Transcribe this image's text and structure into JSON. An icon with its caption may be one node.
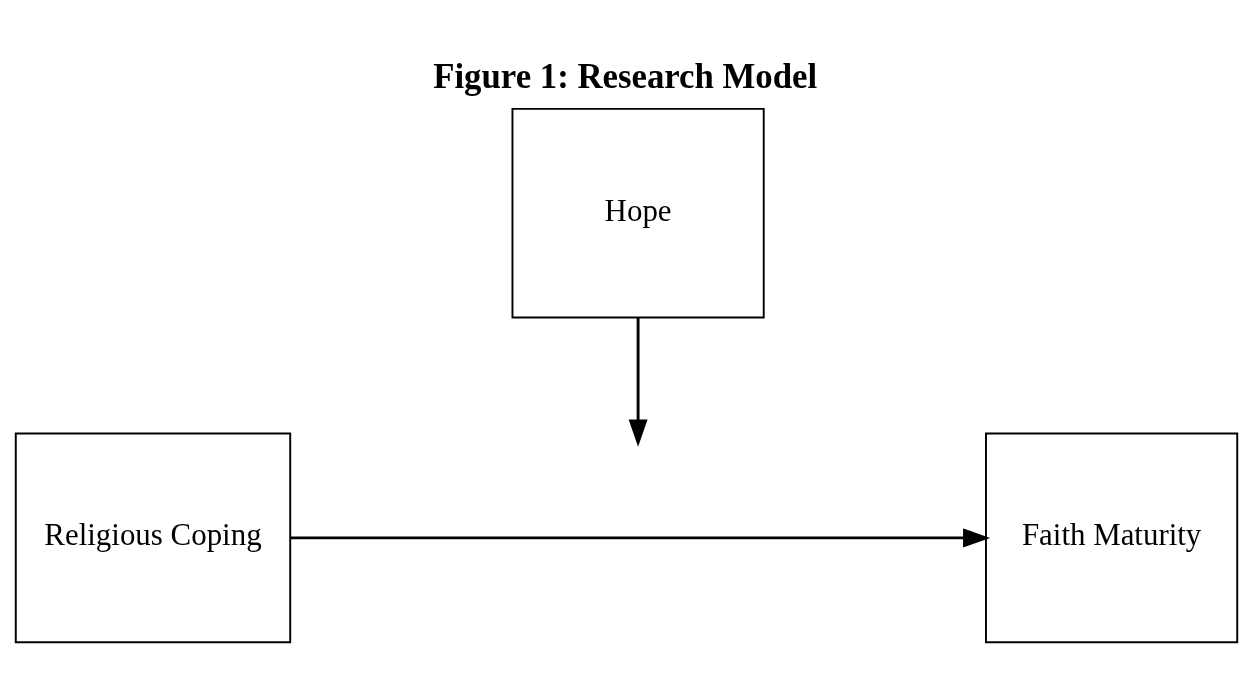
{
  "diagram": {
    "title": "Figure 1: Research Model",
    "nodes": [
      {
        "text": [
          "Hope"
        ]
      },
      {
        "text": [
          "Religious Coping"
        ]
      },
      {
        "text": [
          "Faith Maturity"
        ]
      }
    ],
    "edges": [
      {
        "from": 1,
        "to": 2,
        "arrow": "to"
      },
      {
        "from": 0,
        "to": null,
        "arrow": "to"
      }
    ]
  }
}
